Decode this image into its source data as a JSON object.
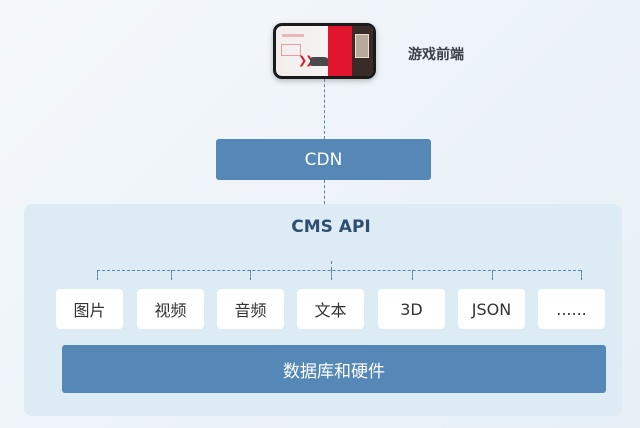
{
  "frontend": {
    "label": "游戏前端"
  },
  "cdn": {
    "label": "CDN"
  },
  "cms": {
    "title": "CMS API",
    "items": [
      "图片",
      "视频",
      "音频",
      "文本",
      "3D",
      "JSON",
      "......"
    ]
  },
  "database": {
    "label": "数据库和硬件"
  }
}
